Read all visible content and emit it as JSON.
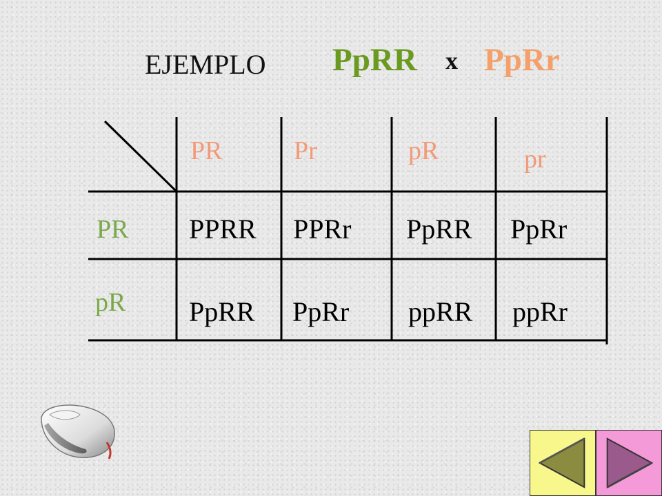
{
  "header": {
    "title": "EJEMPLO",
    "parent_1": "PpRR",
    "cross": "x",
    "parent_2": "PpRr"
  },
  "punnett": {
    "column_gametes": [
      "PR",
      "Pr",
      "pR",
      "pr"
    ],
    "row_gametes": [
      "PR",
      "pR"
    ],
    "cells": [
      [
        "PPRR",
        "PPRr",
        "PpRR",
        "PpRr"
      ],
      [
        "PpRR",
        "PpRr",
        "ppRR",
        "ppRr"
      ]
    ]
  },
  "colors": {
    "parent_1": "#6a9a1f",
    "parent_2": "#f4a06a",
    "column_gamete": "#f29a78",
    "row_gamete": "#7aa84a",
    "nav_back_bg": "#f7f78c",
    "nav_back_arrow": "#8c8c40",
    "nav_forward_bg": "#f59ad8",
    "nav_forward_arrow": "#9a5a8c"
  },
  "icons": {
    "decoration": "computer-mouse-icon",
    "nav_back": "triangle-left-icon",
    "nav_forward": "triangle-right-icon"
  }
}
